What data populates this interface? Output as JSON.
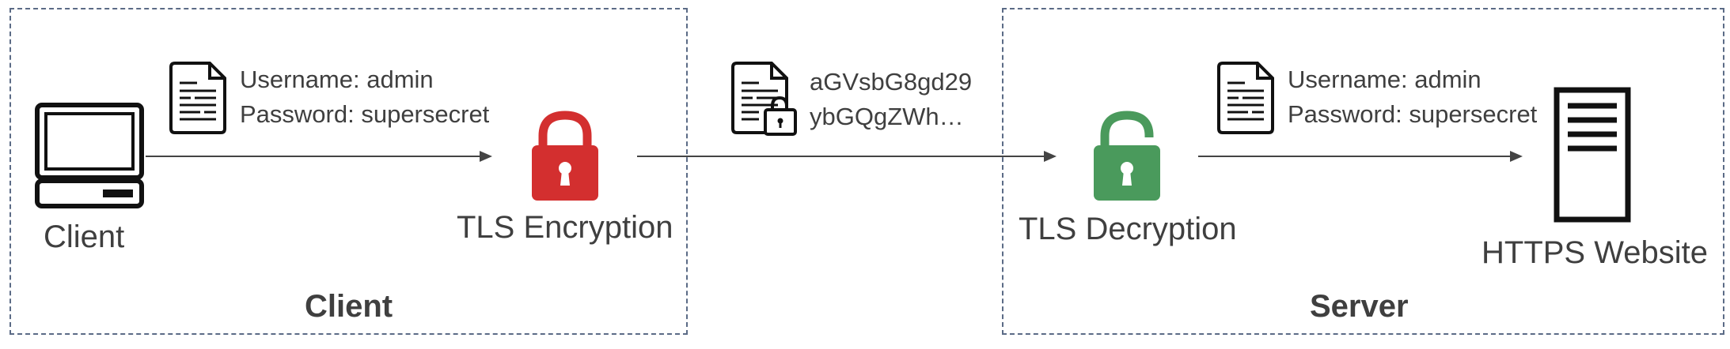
{
  "zones": {
    "client_label": "Client",
    "server_label": "Server"
  },
  "nodes": {
    "client": "Client",
    "tls_encryption": "TLS Encryption",
    "tls_decryption": "TLS Decryption",
    "https_website": "HTTPS Website"
  },
  "credentials_plain": {
    "username": "Username: admin",
    "password": "Password: supersecret"
  },
  "credentials_encrypted": {
    "line1": "aGVsbG8gd29",
    "line2": "ybGQgZWh…"
  },
  "server_credentials": {
    "username": "Username: admin",
    "password": "Password: supersecret"
  },
  "colors": {
    "lock_locked": "#d32f2f",
    "lock_unlocked": "#4a9a5c",
    "dashed_border": "#5b6b86",
    "arrow": "#444444"
  },
  "icons": [
    "laptop-icon",
    "document-icon",
    "locked-padlock-icon",
    "locked-document-icon",
    "unlocked-padlock-icon",
    "server-icon"
  ]
}
